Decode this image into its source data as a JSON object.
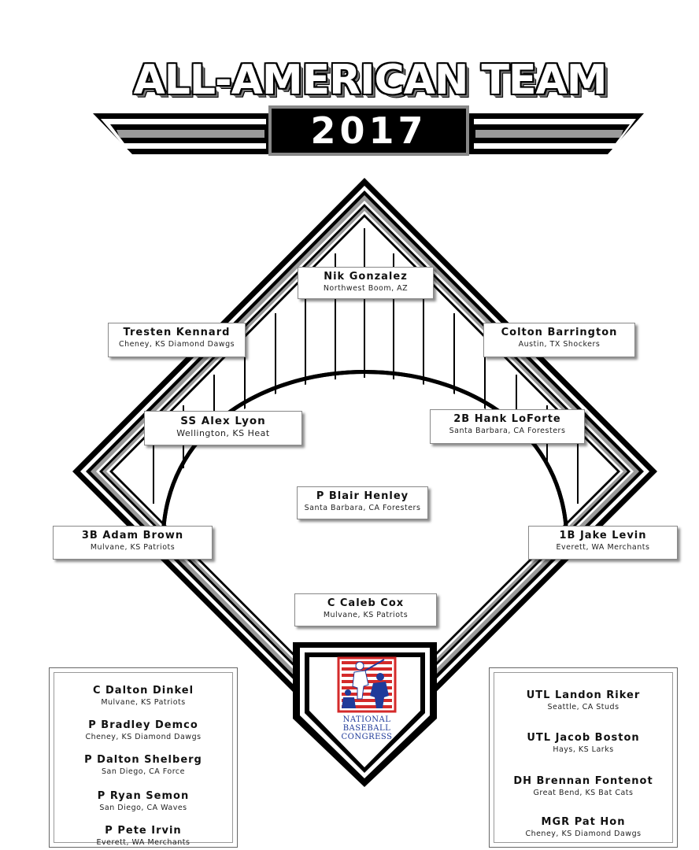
{
  "header": {
    "title": "ALL-AMERICAN TEAM",
    "year": "2017"
  },
  "diamond": [
    {
      "name": "Nik Gonzalez",
      "team": "Northwest Boom, AZ"
    },
    {
      "name": "Tresten Kennard",
      "team": "Cheney, KS Diamond Dawgs"
    },
    {
      "name": "Colton Barrington",
      "team": "Austin, TX Shockers"
    },
    {
      "name": "SS Alex Lyon",
      "team": "Wellington, KS Heat"
    },
    {
      "name": "2B Hank LoForte",
      "team": "Santa Barbara, CA Foresters"
    },
    {
      "name": "P Blair Henley",
      "team": "Santa Barbara, CA Foresters"
    },
    {
      "name": "3B Adam Brown",
      "team": "Mulvane, KS Patriots"
    },
    {
      "name": "1B Jake Levin",
      "team": "Everett, WA Merchants"
    },
    {
      "name": "C Caleb Cox",
      "team": "Mulvane, KS Patriots"
    }
  ],
  "left_panel": [
    {
      "name": "C Dalton Dinkel",
      "team": "Mulvane, KS Patriots"
    },
    {
      "name": "P Bradley Demco",
      "team": "Cheney, KS Diamond Dawgs"
    },
    {
      "name": "P Dalton Shelberg",
      "team": "San Diego, CA Force"
    },
    {
      "name": "P Ryan Semon",
      "team": "San Diego, CA Waves"
    },
    {
      "name": "P Pete Irvin",
      "team": "Everett, WA Merchants"
    }
  ],
  "right_panel": [
    {
      "name": "UTL Landon Riker",
      "team": "Seattle, CA Studs"
    },
    {
      "name": "UTL Jacob Boston",
      "team": "Hays, KS Larks"
    },
    {
      "name": "DH Brennan Fontenot",
      "team": "Great Bend, KS Bat Cats"
    },
    {
      "name": "MGR Pat Hon",
      "team": "Cheney, KS Diamond Dawgs"
    }
  ],
  "logo": {
    "lines": [
      "NATIONAL",
      "BASEBALL",
      "CONGRESS"
    ],
    "colors": {
      "blue": "#1f3a9a",
      "red": "#d42a2a"
    }
  }
}
